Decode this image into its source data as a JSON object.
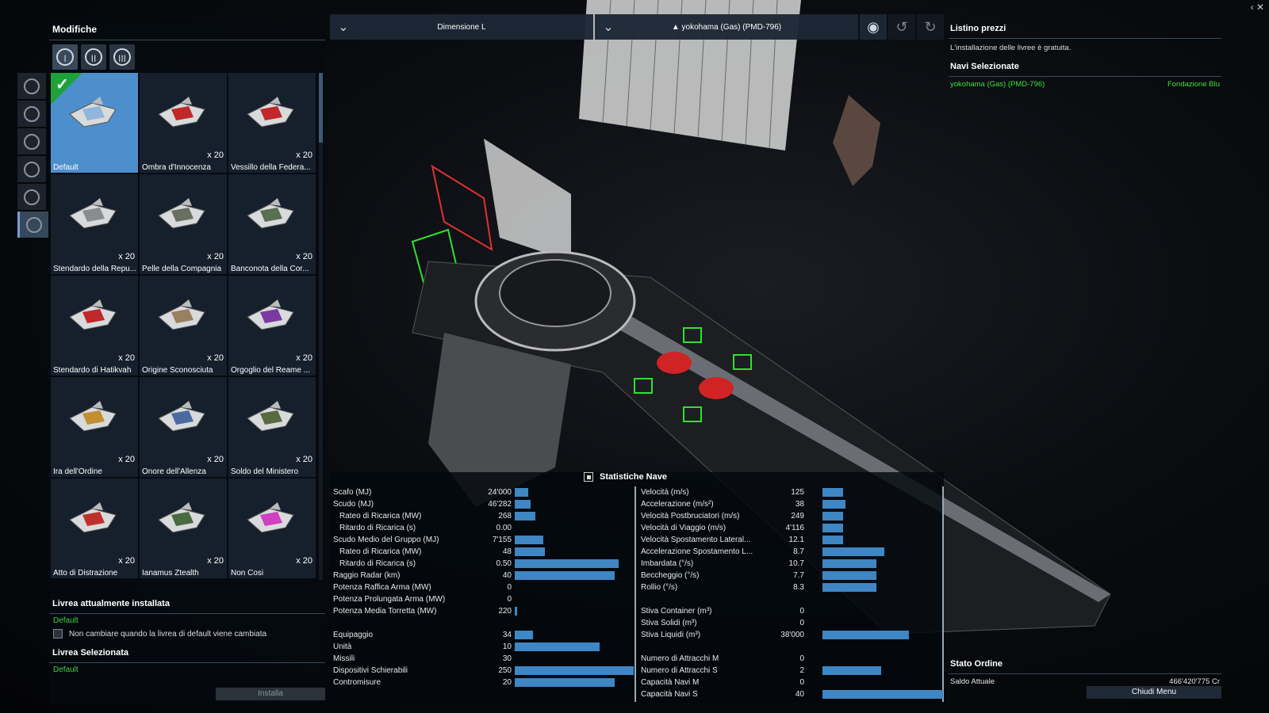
{
  "left_panel": {
    "title": "Modifiche",
    "tiers": [
      "I",
      "II",
      "III"
    ],
    "side_icons": [
      "shuttle-icon",
      "minus-circle-icon",
      "wing-icon",
      "shield-icon",
      "cargo-icon",
      "paint-icon"
    ],
    "paints": [
      {
        "name": "Default",
        "count": "",
        "selected": true,
        "color": "#4d8fcc"
      },
      {
        "name": "Ombra d'Innocenza",
        "count": "x 20",
        "color": "#c0282a"
      },
      {
        "name": "Vessillo della Federa...",
        "count": "x 20",
        "color": "#c0282a"
      },
      {
        "name": "Stendardo della Repu...",
        "count": "x 20",
        "color": "#8a8d90"
      },
      {
        "name": "Pelle della Compagnia",
        "count": "x 20",
        "color": "#6a7060"
      },
      {
        "name": "Banconota della Cor...",
        "count": "x 20",
        "color": "#5a7050"
      },
      {
        "name": "Stendardo di Hatikvah",
        "count": "x 20",
        "color": "#c0282a"
      },
      {
        "name": "Origine Sconosciuta",
        "count": "x 20",
        "color": "#9a8060"
      },
      {
        "name": "Orgoglio del Reame ...",
        "count": "x 20",
        "color": "#7a3aa0"
      },
      {
        "name": "Ira dell'Ordine",
        "count": "x 20",
        "color": "#c09030"
      },
      {
        "name": "Onore dell'Allenza",
        "count": "x 20",
        "color": "#4a6aa0"
      },
      {
        "name": "Soldo del Ministero",
        "count": "x 20",
        "color": "#5a6a40"
      },
      {
        "name": "Atto di Distrazione",
        "count": "x 20",
        "color": "#c0302a"
      },
      {
        "name": "Ianamus Ztealth",
        "count": "x 20",
        "color": "#4a6a40"
      },
      {
        "name": "Non Cosi",
        "count": "x 20",
        "color": "#d040c0"
      }
    ],
    "installed_title": "Livrea attualmente installata",
    "installed_value": "Default",
    "keep_checkbox_label": "Non cambiare quando la livrea di default viene cambiata",
    "selected_title": "Livrea Selezionata",
    "selected_value": "Default",
    "install_button": "Installa"
  },
  "topbar": {
    "size_dropdown": "Dimensione L",
    "ship_dropdown": "yokohama (Gas) (PMD-796)"
  },
  "right_panel": {
    "price_title": "Listino prezzi",
    "price_text": "L'installazione delle livree è gratuita.",
    "selected_ships_title": "Navi Selezionate",
    "ship_name": "yokohama (Gas) (PMD-796)",
    "ship_owner": "Fondazione Blu",
    "order_title": "Stato Ordine",
    "balance_label": "Saldo Attuale",
    "balance_value": "466'420'775 Cr",
    "close_button": "Chiudi Menu",
    "accent_green": "#3ee03e"
  },
  "stats": {
    "title": "Statistiche Nave",
    "left": [
      {
        "label": "Scafo (MJ)",
        "value": "24'000",
        "fill": 0.11,
        "indent": false
      },
      {
        "label": "Scudo (MJ)",
        "value": "46'282",
        "fill": 0.13,
        "indent": false
      },
      {
        "label": "Rateo di Ricarica (MW)",
        "value": "268",
        "fill": 0.17,
        "indent": true
      },
      {
        "label": "Ritardo di Ricarica (s)",
        "value": "0.00",
        "fill": 0.0,
        "indent": true
      },
      {
        "label": "Scudo Medio del Gruppo (MJ)",
        "value": "7'155",
        "fill": 0.24,
        "indent": false
      },
      {
        "label": "Rateo di Ricarica (MW)",
        "value": "48",
        "fill": 0.25,
        "indent": true
      },
      {
        "label": "Ritardo di Ricarica (s)",
        "value": "0.50",
        "fill": 0.87,
        "indent": true
      },
      {
        "label": "Raggio Radar (km)",
        "value": "40",
        "fill": 0.84,
        "indent": false
      },
      {
        "label": "Potenza Raffica Arma (MW)",
        "value": "0",
        "fill": 0.0,
        "indent": false
      },
      {
        "label": "Potenza Prolungata Arma (MW)",
        "value": "0",
        "fill": 0.0,
        "indent": false
      },
      {
        "label": "Potenza Media Torretta (MW)",
        "value": "220",
        "fill": 0.02,
        "indent": false
      },
      {
        "label": "",
        "value": "",
        "fill": 0.0,
        "indent": false
      },
      {
        "label": "Equipaggio",
        "value": "34",
        "fill": 0.15,
        "indent": false
      },
      {
        "label": "Unità",
        "value": "10",
        "fill": 0.71,
        "indent": false
      },
      {
        "label": "Missili",
        "value": "30",
        "fill": 0.0,
        "indent": false
      },
      {
        "label": "Dispositivi Schierabili",
        "value": "250",
        "fill": 1.0,
        "indent": false
      },
      {
        "label": "Contromisure",
        "value": "20",
        "fill": 0.84,
        "indent": false
      }
    ],
    "right": [
      {
        "label": "Velocità (m/s)",
        "value": "125",
        "fill": 0.17
      },
      {
        "label": "Accelerazione (m/s²)",
        "value": "38",
        "fill": 0.19
      },
      {
        "label": "Velocità Postbruciatori (m/s)",
        "value": "249",
        "fill": 0.17
      },
      {
        "label": "Velocità di Viaggio (m/s)",
        "value": "4'116",
        "fill": 0.17
      },
      {
        "label": "Velocità Spostamento  Lateral...",
        "value": "12.1",
        "fill": 0.17
      },
      {
        "label": "Accelerazione Spostamento L...",
        "value": "8.7",
        "fill": 0.51
      },
      {
        "label": "Imbardata (°/s)",
        "value": "10.7",
        "fill": 0.45
      },
      {
        "label": "Beccheggio (°/s)",
        "value": "7.7",
        "fill": 0.45
      },
      {
        "label": "Rollio (°/s)",
        "value": "8.3",
        "fill": 0.45
      },
      {
        "label": "",
        "value": "",
        "fill": 0.0
      },
      {
        "label": "Stiva Container (m³)",
        "value": "0",
        "fill": 0.0
      },
      {
        "label": "Stiva Solidi (m³)",
        "value": "0",
        "fill": 0.0
      },
      {
        "label": "Stiva Liquidi (m³)",
        "value": "38'000",
        "fill": 0.72
      },
      {
        "label": "",
        "value": "",
        "fill": 0.0
      },
      {
        "label": "Numero di Attracchi M",
        "value": "0",
        "fill": 0.0
      },
      {
        "label": "Numero di Attracchi S",
        "value": "2",
        "fill": 0.49
      },
      {
        "label": "Capacità Navi M",
        "value": "0",
        "fill": 0.0
      },
      {
        "label": "Capacità Navi S",
        "value": "40",
        "fill": 1.0
      }
    ]
  }
}
